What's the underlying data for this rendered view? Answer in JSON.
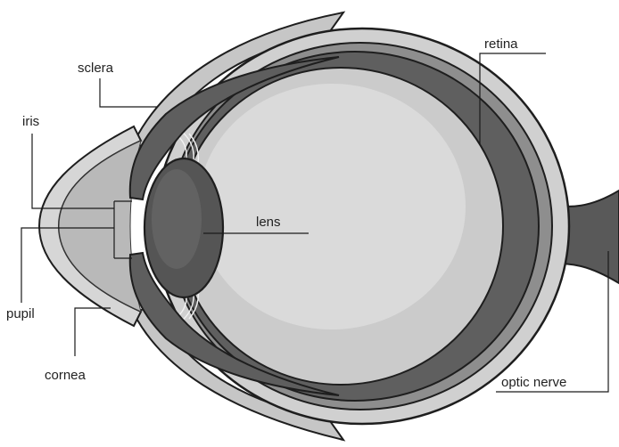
{
  "labels": {
    "sclera": "sclera",
    "retina": "retina",
    "iris": "iris",
    "lens": "lens",
    "pupil": "pupil",
    "cornea": "cornea",
    "optic_nerve": "optic nerve"
  },
  "colors": {
    "outline": "#1e1e1e",
    "sclera": "#d0d0d0",
    "choroid": "#8e8e8e",
    "retina": "#5f5f5f",
    "vitreous": "#cbcbcb",
    "vitreous_highlight": "#dadada",
    "lens": "#555555",
    "iris": "#5e5e5e",
    "cornea": "#d6d6d6",
    "aqueous": "#b9b9b9",
    "zonules": "#f2f2f2",
    "optic_nerve": "#595959"
  }
}
